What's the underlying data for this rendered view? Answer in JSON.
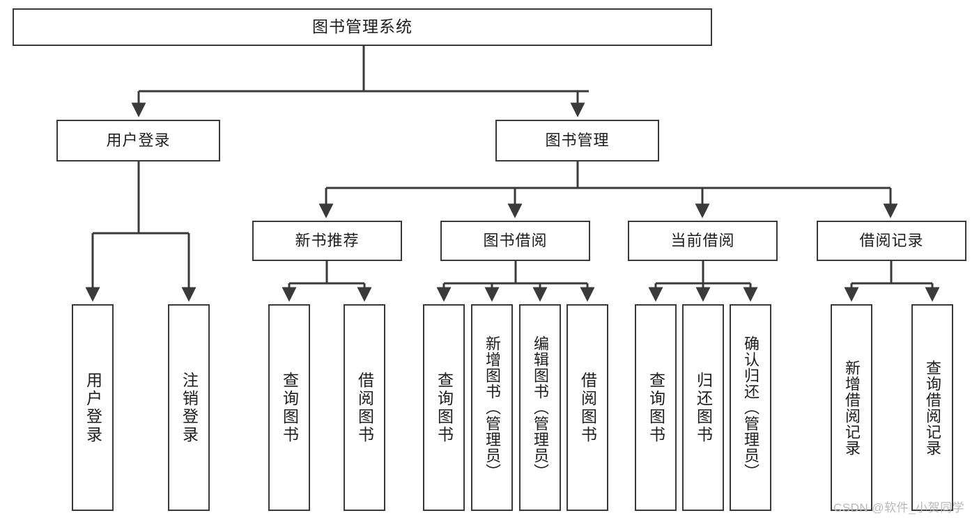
{
  "diagram": {
    "type": "tree",
    "title": "图书管理系统",
    "watermark": "CSDN @软件_小贺同学",
    "levels": {
      "root": "图书管理系统",
      "level2": [
        "用户登录",
        "图书管理"
      ],
      "level3": [
        "新书推荐",
        "图书借阅",
        "当前借阅",
        "借阅记录"
      ]
    },
    "nodes": {
      "root": {
        "label": "图书管理系统"
      },
      "user_login": {
        "label": "用户登录"
      },
      "book_manage": {
        "label": "图书管理"
      },
      "new_book_rec": {
        "label": "新书推荐"
      },
      "book_borrow": {
        "label": "图书借阅"
      },
      "current_borrow": {
        "label": "当前借阅"
      },
      "borrow_record": {
        "label": "借阅记录"
      },
      "leaf_user_login": {
        "label": "用户登录"
      },
      "leaf_logout": {
        "label": "注销登录"
      },
      "leaf_query_book_1": {
        "label": "查询图书"
      },
      "leaf_borrow_book_1": {
        "label": "借阅图书"
      },
      "leaf_query_book_2": {
        "label": "查询图书"
      },
      "leaf_add_book": {
        "label": "新增图书（管理员）"
      },
      "leaf_edit_book": {
        "label": "编辑图书（管理员）"
      },
      "leaf_borrow_book_2": {
        "label": "借阅图书"
      },
      "leaf_query_book_3": {
        "label": "查询图书"
      },
      "leaf_return_book": {
        "label": "归还图书"
      },
      "leaf_confirm_return": {
        "label": "确认归还（管理员）"
      },
      "leaf_add_record": {
        "label": "新增借阅记录"
      },
      "leaf_query_record": {
        "label": "查询借阅记录"
      }
    },
    "edges": [
      {
        "from": "root",
        "to": "user_login"
      },
      {
        "from": "root",
        "to": "book_manage"
      },
      {
        "from": "book_manage",
        "to": "new_book_rec"
      },
      {
        "from": "book_manage",
        "to": "book_borrow"
      },
      {
        "from": "book_manage",
        "to": "current_borrow"
      },
      {
        "from": "book_manage",
        "to": "borrow_record"
      },
      {
        "from": "user_login",
        "to": "leaf_user_login"
      },
      {
        "from": "user_login",
        "to": "leaf_logout"
      },
      {
        "from": "new_book_rec",
        "to": "leaf_query_book_1"
      },
      {
        "from": "new_book_rec",
        "to": "leaf_borrow_book_1"
      },
      {
        "from": "book_borrow",
        "to": "leaf_query_book_2"
      },
      {
        "from": "book_borrow",
        "to": "leaf_add_book"
      },
      {
        "from": "book_borrow",
        "to": "leaf_edit_book"
      },
      {
        "from": "book_borrow",
        "to": "leaf_borrow_book_2"
      },
      {
        "from": "current_borrow",
        "to": "leaf_query_book_3"
      },
      {
        "from": "current_borrow",
        "to": "leaf_return_book"
      },
      {
        "from": "current_borrow",
        "to": "leaf_confirm_return"
      },
      {
        "from": "borrow_record",
        "to": "leaf_add_record"
      },
      {
        "from": "borrow_record",
        "to": "leaf_query_record"
      }
    ],
    "colors": {
      "background": "#ffffff",
      "box_border": "#3a3a3a",
      "box_fill": "#ffffff",
      "text": "#1d1d1d",
      "connector": "#3a3a3a",
      "watermark": "#b9b9b9"
    }
  }
}
